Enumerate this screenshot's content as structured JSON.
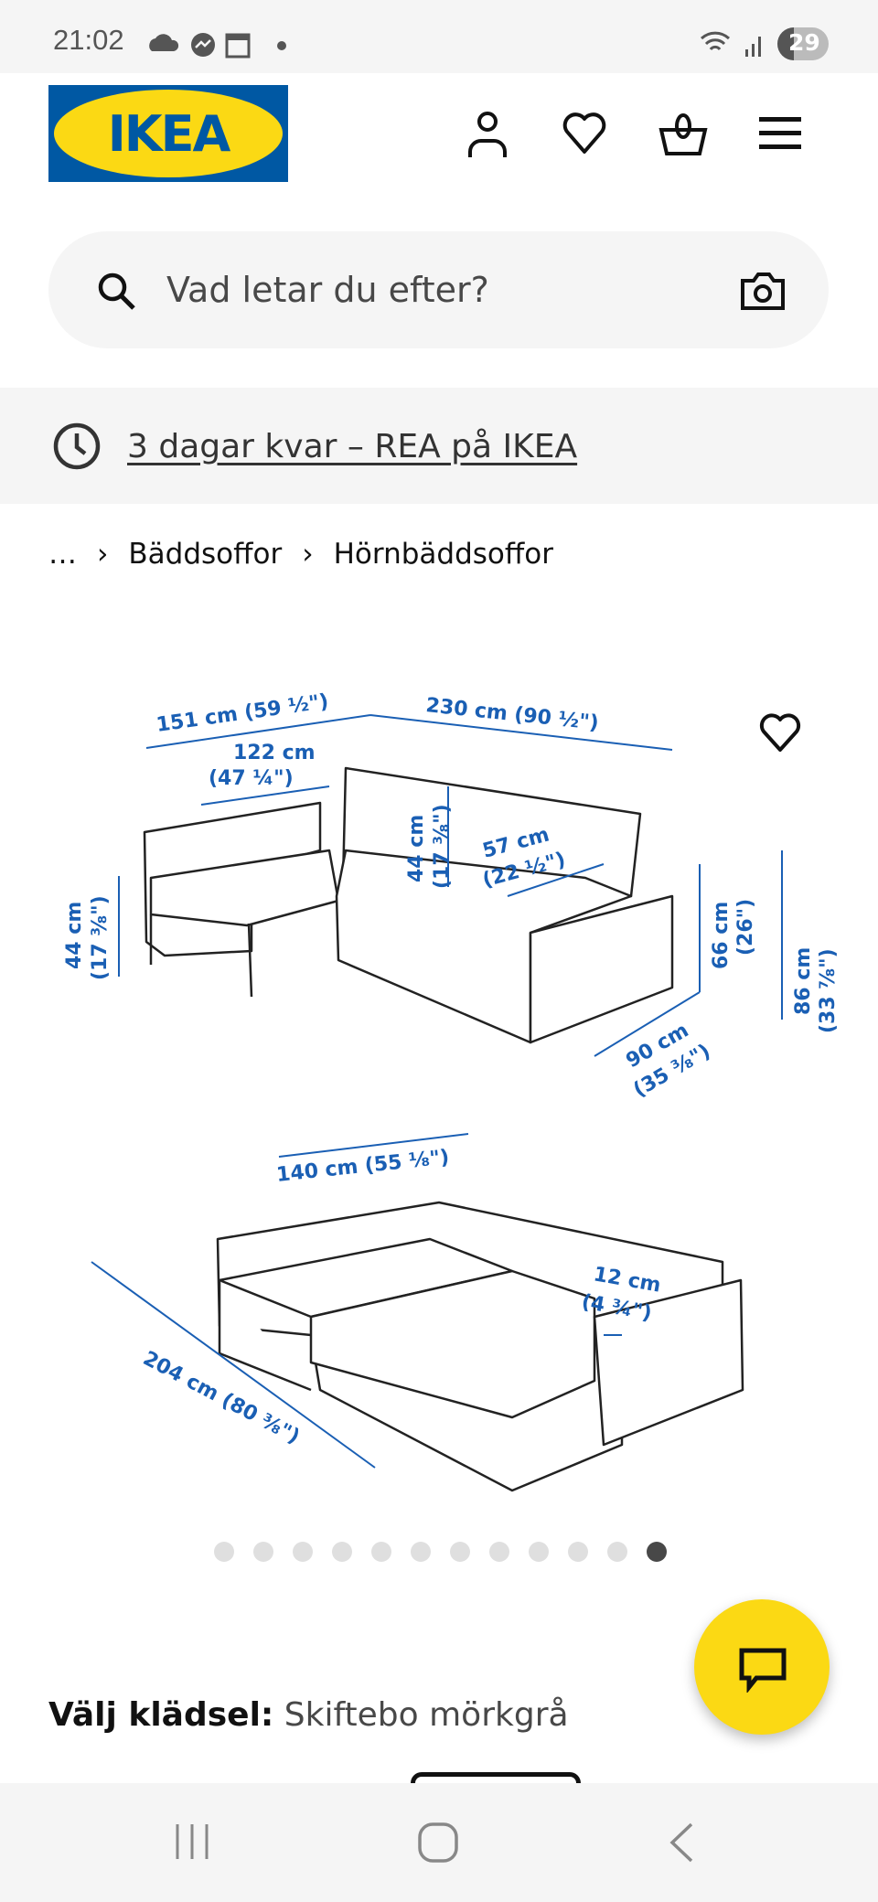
{
  "status_bar": {
    "time": "21:02",
    "battery": "29"
  },
  "header": {
    "logo_text": "IKEA",
    "icons": [
      "person-icon",
      "heart-icon",
      "basket-icon",
      "menu-icon"
    ]
  },
  "search": {
    "placeholder": "Vad letar du efter?",
    "icons": [
      "search-icon",
      "camera-icon"
    ]
  },
  "banner": {
    "text": "3 dagar kvar – REA på IKEA",
    "icon": "clock-icon"
  },
  "breadcrumb": {
    "ellipsis": "…",
    "items": [
      "Bäddsoffor",
      "Hörnbäddsoffor"
    ]
  },
  "gallery": {
    "dimensions_top": {
      "a": "151 cm (59 ½\")",
      "b": "230 cm (90 ½\")",
      "c1": "122 cm",
      "c2": "(47 ¼\")",
      "d1": "44 cm",
      "d2": "(17 ⅜\")",
      "e1": "57 cm",
      "e2": "(22 ½\")",
      "f1": "44 cm",
      "f2": "(17 ⅜\")",
      "g1": "66 cm",
      "g2": "(26\")",
      "h1": "86 cm",
      "h2": "(33 ⅞\")",
      "i1": "90 cm",
      "i2": "(35 ⅜\")"
    },
    "dimensions_bottom": {
      "a": "140 cm (55 ⅛\")",
      "b1": "12 cm",
      "b2": "(4 ¾\")",
      "c": "204 cm (80 ⅜\")"
    },
    "image_count": 12,
    "active_index": 12,
    "dim_color": "#1a5fb4"
  },
  "variant": {
    "label": "Välj klädsel:",
    "value": "Skiftebo mörkgrå"
  },
  "colors": {
    "brand_blue": "#0058a3",
    "brand_yellow": "#fbd914"
  }
}
